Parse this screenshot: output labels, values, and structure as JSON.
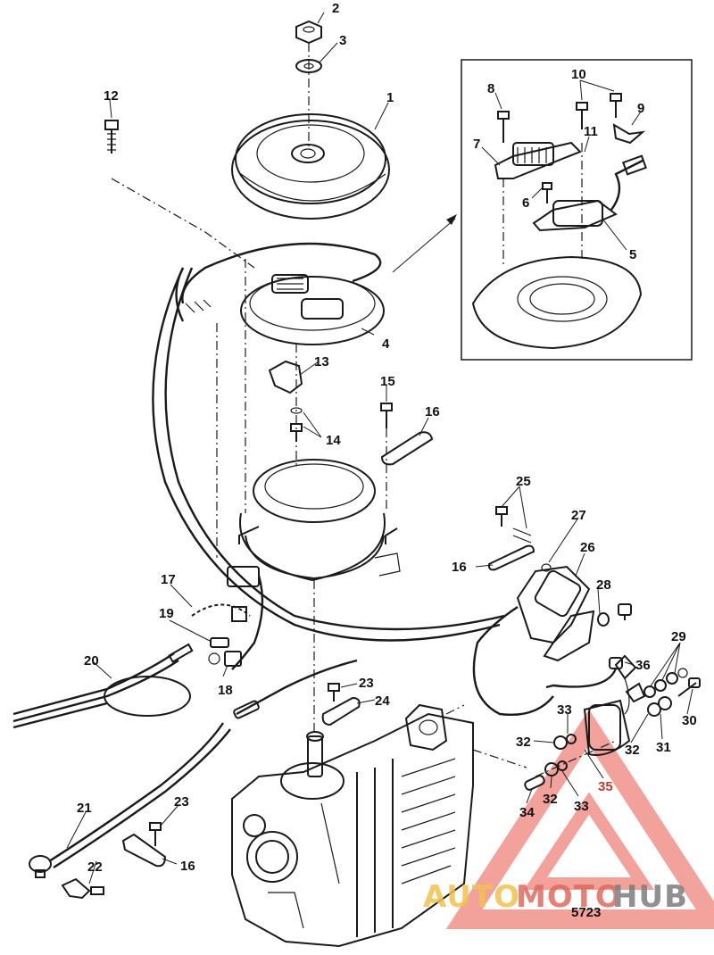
{
  "figure_number": "5723",
  "inset_callouts": [
    "5",
    "6",
    "7",
    "8",
    "9",
    "10",
    "11"
  ],
  "callouts": [
    "1",
    "2",
    "3",
    "4",
    "12",
    "13",
    "14",
    "15",
    "16",
    "16",
    "16",
    "17",
    "18",
    "19",
    "20",
    "21",
    "22",
    "23",
    "23",
    "24",
    "25",
    "26",
    "27",
    "28",
    "29",
    "30",
    "31",
    "32",
    "32",
    "32",
    "33",
    "33",
    "33",
    "34",
    "35",
    "36"
  ],
  "watermark": {
    "part1": "AUTO",
    "part2": "MOTO",
    "part3": "HUB",
    "color1": "#f2c14e",
    "color2": "#e06a5e",
    "color3": "#7d7d7d",
    "triangle_color": "#e8574a"
  }
}
